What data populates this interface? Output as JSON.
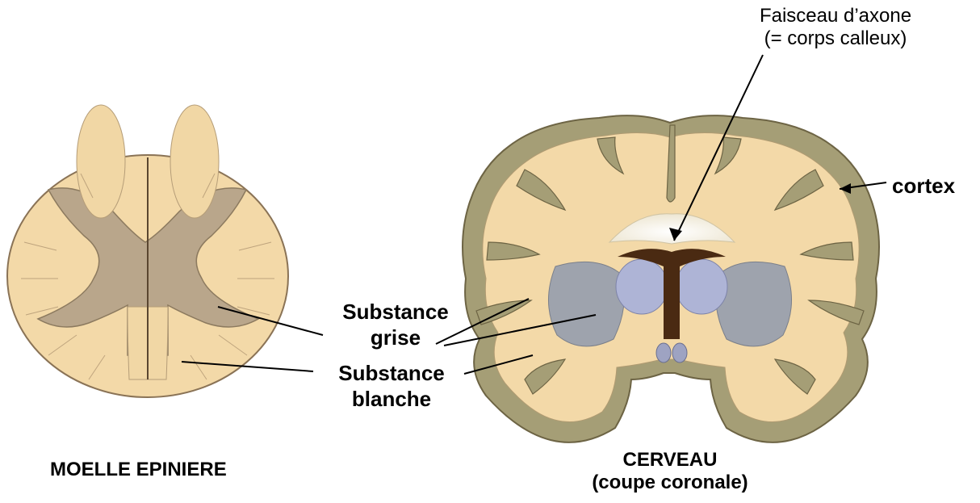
{
  "labels": {
    "axon_line1": "Faisceau d’axone",
    "axon_line2": "(= corps calleux)",
    "cortex": "cortex",
    "grise_line1": "Substance",
    "grise_line2": "grise",
    "blanche_line1": "Substance",
    "blanche_line2": "blanche"
  },
  "captions": {
    "spinal_cord": "MOELLE EPINIERE",
    "brain_line1": "CERVEAU",
    "brain_line2": "(coupe coronale)"
  },
  "colors": {
    "white_matter": "#f3d9a8",
    "grey_matter": "#b9a68b",
    "cortex": "#a59e76",
    "deep_nuclei": "#9ea3ad",
    "thalamus": "#aeb4d6",
    "ventricle": "#4a2a12",
    "corpus_callosum": "#fbf8ee"
  }
}
